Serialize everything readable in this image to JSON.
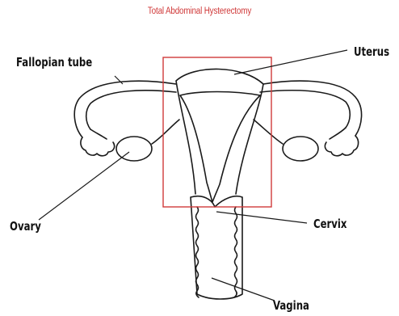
{
  "title": "Total Abdominal Hysterectomy",
  "labels": {
    "fallopian_tube": "Fallopian tube",
    "uterus": "Uterus",
    "ovary": "Ovary",
    "cervix": "Cervix",
    "vagina": "Vagina"
  },
  "colors": {
    "title": "#d03a3a",
    "highlight_box": "#d03a3a",
    "outline": "#1a1a1a"
  }
}
